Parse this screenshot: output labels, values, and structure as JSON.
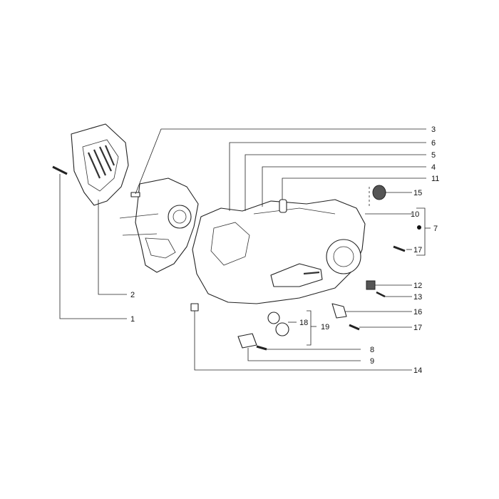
{
  "callouts": [
    {
      "id": "c1",
      "text": "1"
    },
    {
      "id": "c2",
      "text": "2"
    },
    {
      "id": "c3",
      "text": "3"
    },
    {
      "id": "c4",
      "text": "4"
    },
    {
      "id": "c5",
      "text": "5"
    },
    {
      "id": "c6",
      "text": "6"
    },
    {
      "id": "c7",
      "text": "7"
    },
    {
      "id": "c8",
      "text": "8"
    },
    {
      "id": "c9",
      "text": "9"
    },
    {
      "id": "c10",
      "text": "10"
    },
    {
      "id": "c11",
      "text": "11"
    },
    {
      "id": "c12",
      "text": "12"
    },
    {
      "id": "c13",
      "text": "13"
    },
    {
      "id": "c14",
      "text": "14"
    },
    {
      "id": "c15",
      "text": "15"
    },
    {
      "id": "c16",
      "text": "16"
    },
    {
      "id": "c17a",
      "text": "17"
    },
    {
      "id": "c17b",
      "text": "17"
    },
    {
      "id": "c18",
      "text": "18"
    },
    {
      "id": "c19",
      "text": "19"
    }
  ]
}
